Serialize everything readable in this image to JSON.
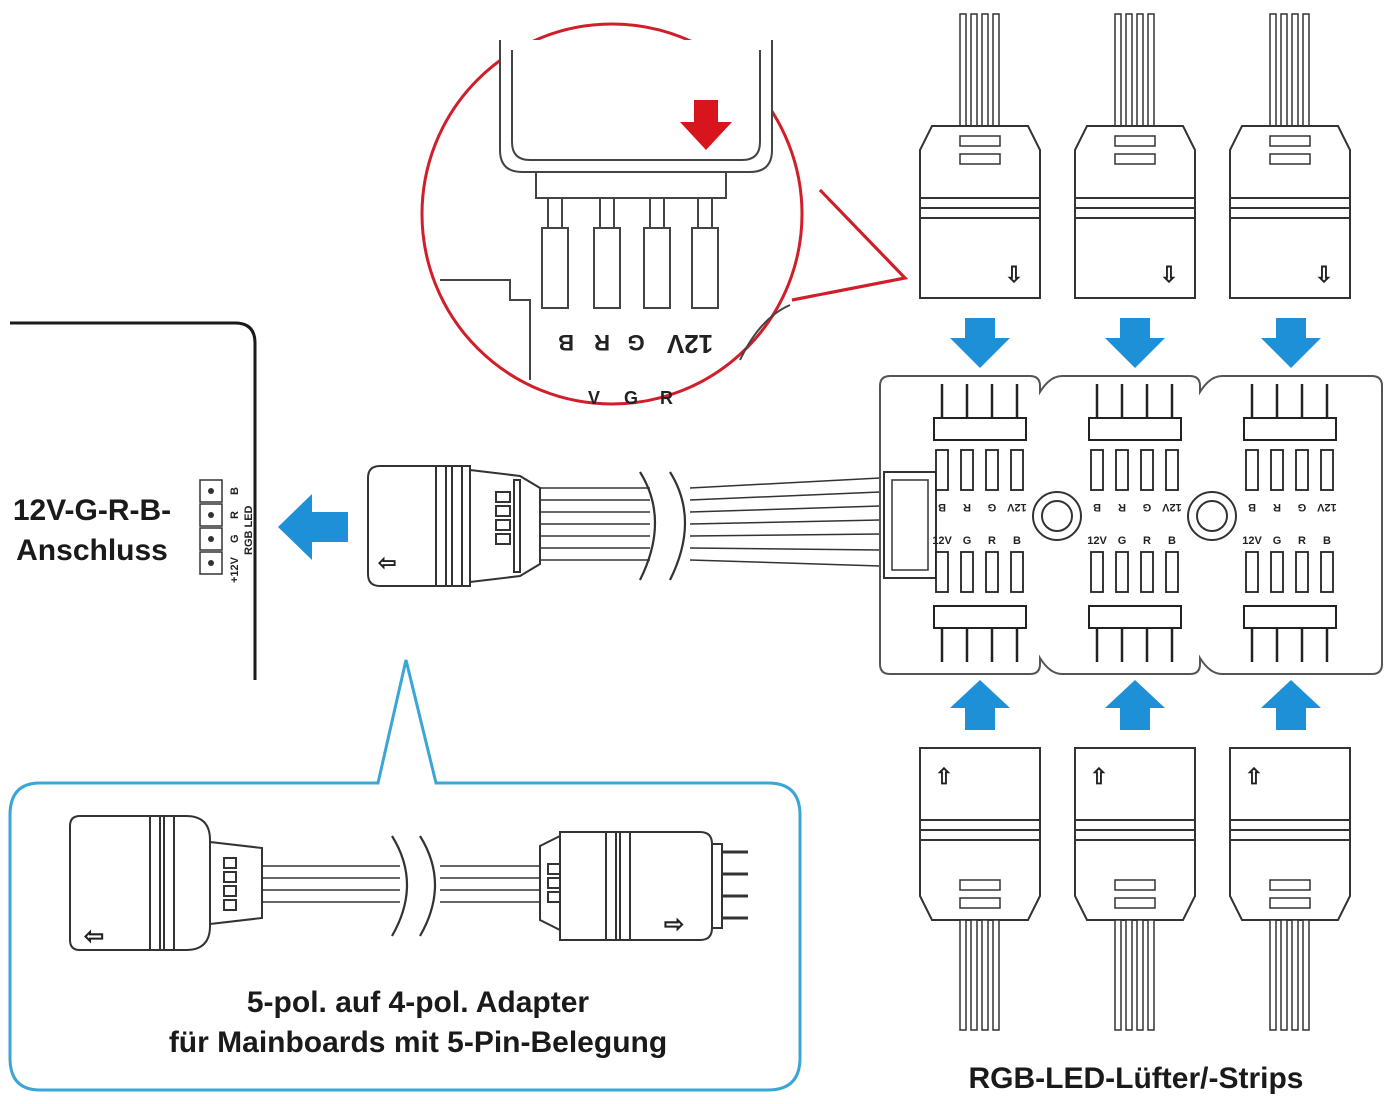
{
  "mainboard": {
    "label_line1": "12V-G-R-B-",
    "label_line2": "Anschluss",
    "header_label": "RGB LED",
    "pin_labels": [
      "+12V",
      "G",
      "R",
      "B"
    ]
  },
  "callout_zoom": {
    "pin_labels": [
      "B",
      "R",
      "G",
      "12V"
    ],
    "partial_labels": [
      "V",
      "G",
      "R"
    ]
  },
  "hub": {
    "port_pin_labels": [
      "12V",
      "G",
      "R",
      "B"
    ]
  },
  "connector_arrow_glyph": "⇩",
  "connector_arrow_glyph_up": "⇧",
  "connector_arrow_glyph_left": "⇦",
  "connector_arrow_glyph_right": "⇨",
  "adapter": {
    "caption_line1": "5-pol. auf 4-pol. Adapter",
    "caption_line2": "für Mainboards mit 5-Pin-Belegung"
  },
  "devices_label": "RGB-LED-Lüfter/-Strips",
  "colors": {
    "flow_arrow": "#1e90d8",
    "callout_border": "#d01e2a",
    "alert_arrow": "#d8141c",
    "adapter_box_border": "#3aa6d6",
    "line": "#2a2a2a"
  }
}
